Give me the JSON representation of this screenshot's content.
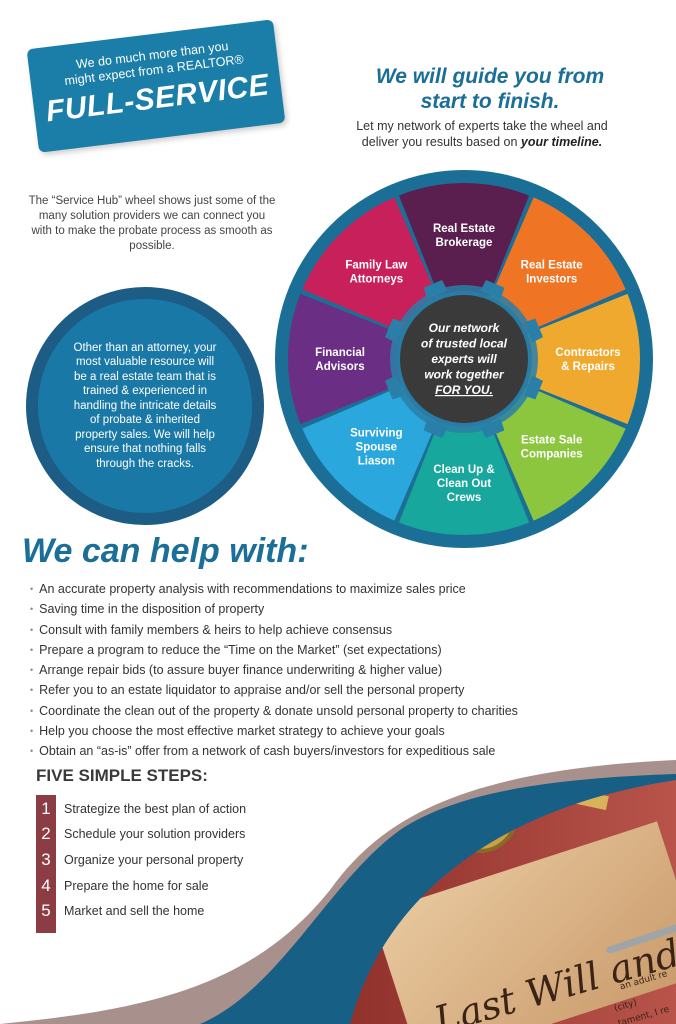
{
  "badge": {
    "line1": "We do much more than you",
    "line2": "might expect from a REALTOR®",
    "line3": "FULL-SERVICE"
  },
  "guide": {
    "title_line1": "We will guide you from",
    "title_line2": "start to finish.",
    "sub_line1": "Let my network of experts take the wheel and",
    "sub_line2": "deliver you results based on ",
    "sub_emphasis": "your timeline."
  },
  "hub_text": "The “Service Hub” wheel shows just some of the many solution providers we can connect you with to make the probate process as smooth as possible.",
  "attorney_text": "Other than an attorney, your most valuable resource will be a real estate team that is trained & experienced in handling the intricate details of probate & inherited property sales. We will help ensure that nothing falls through the cracks.",
  "wheel": {
    "segments": [
      {
        "lines": [
          "Real Estate",
          "Brokerage"
        ],
        "color": "#5a1f4e"
      },
      {
        "lines": [
          "Real Estate",
          "Investors"
        ],
        "color": "#ef7423"
      },
      {
        "lines": [
          "Contractors",
          "& Repairs"
        ],
        "color": "#f0a92f"
      },
      {
        "lines": [
          "Estate Sale",
          "Companies"
        ],
        "color": "#8cc63e"
      },
      {
        "lines": [
          "Clean Up &",
          "Clean Out",
          "Crews"
        ],
        "color": "#17a79c"
      },
      {
        "lines": [
          "Surviving",
          "Spouse",
          "Liason"
        ],
        "color": "#2aa7dd"
      },
      {
        "lines": [
          "Financial",
          "Advisors"
        ],
        "color": "#6a2e84"
      },
      {
        "lines": [
          "Family Law",
          "Attorneys"
        ],
        "color": "#c8205a"
      }
    ],
    "hub_lines": [
      "Our network",
      "of trusted local",
      "experts will",
      "work together",
      "FOR YOU."
    ],
    "rim_color": "#1b6f96",
    "hub_color": "#3a3a3a"
  },
  "help": {
    "title": "We can help with:",
    "items": [
      "An accurate property analysis  with recommendations to maximize sales price",
      "Saving time in the disposition of property",
      "Consult with family members & heirs to help achieve consensus",
      "Prepare a program to reduce the “Time on the Market” (set expectations)",
      "Arrange repair bids (to assure buyer finance underwriting & higher value)",
      "Refer you to an estate liquidator to appraise and/or sell the personal property",
      "Coordinate the clean out of the property & donate unsold personal property to charities",
      "Help you choose the most effective market strategy to achieve your goals",
      "Obtain an “as-is” offer from a network of cash buyers/investors for expeditious sale"
    ]
  },
  "steps": {
    "title": "FIVE SIMPLE STEPS:",
    "items": [
      {
        "num": "1",
        "text": "Strategize the best plan of action"
      },
      {
        "num": "2",
        "text": "Schedule your solution providers"
      },
      {
        "num": "3",
        "text": "Organize your personal property"
      },
      {
        "num": "4",
        "text": "Prepare the home for sale"
      },
      {
        "num": "5",
        "text": "Market and sell the home"
      }
    ]
  },
  "photo": {
    "script_text": "Last Will and",
    "fine_print_1": "an adult re",
    "fine_print_2": "(city)",
    "fine_print_3": "tament, I re"
  }
}
